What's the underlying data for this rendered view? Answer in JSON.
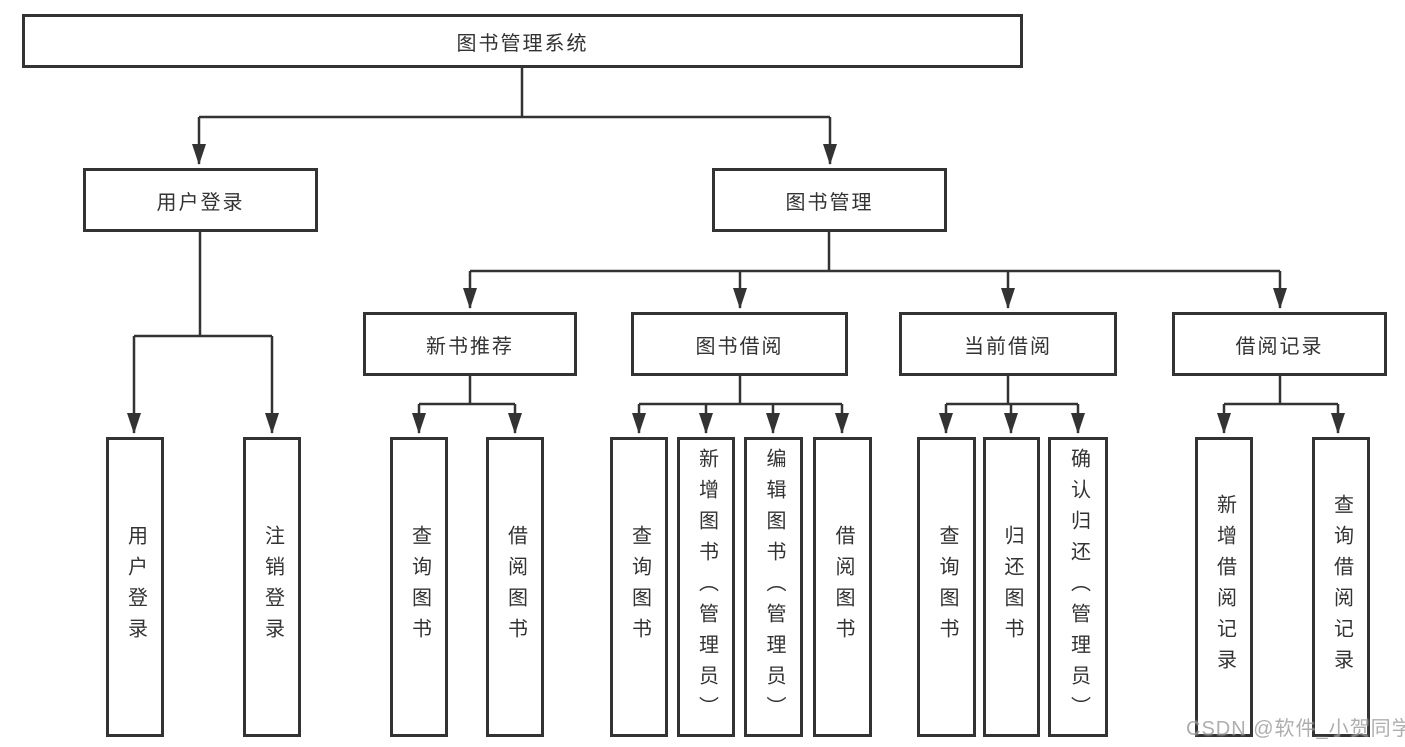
{
  "diagram_type": "hierarchy-tree",
  "title": "图书管理系统",
  "tree": {
    "root": {
      "label": "图书管理系统",
      "children": [
        {
          "label": "用户登录",
          "children": [
            {
              "label": "用户登录"
            },
            {
              "label": "注销登录"
            }
          ]
        },
        {
          "label": "图书管理",
          "children": [
            {
              "label": "新书推荐",
              "children": [
                {
                  "label": "查询图书"
                },
                {
                  "label": "借阅图书"
                }
              ]
            },
            {
              "label": "图书借阅",
              "children": [
                {
                  "label": "查询图书"
                },
                {
                  "label": "新增图书（管理员）"
                },
                {
                  "label": "编辑图书（管理员）"
                },
                {
                  "label": "借阅图书"
                }
              ]
            },
            {
              "label": "当前借阅",
              "children": [
                {
                  "label": "查询图书"
                },
                {
                  "label": "归还图书"
                },
                {
                  "label": "确认归还（管理员）"
                }
              ]
            },
            {
              "label": "借阅记录",
              "children": [
                {
                  "label": "新增借阅记录"
                },
                {
                  "label": "查询借阅记录"
                }
              ]
            }
          ]
        }
      ]
    }
  },
  "watermark": {
    "text": "CSDN @软件_小贺同学",
    "color": "#9a9a9a"
  },
  "colors": {
    "line": "#333333",
    "box_border": "#333333",
    "text": "#333333",
    "background": "#ffffff"
  }
}
